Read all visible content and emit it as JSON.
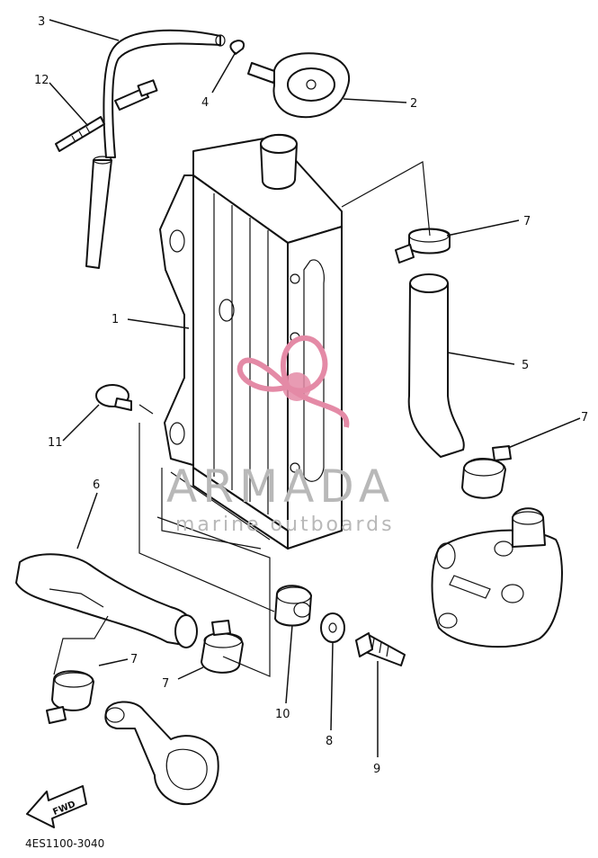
{
  "callouts": [
    {
      "id": "1",
      "label": "1"
    },
    {
      "id": "2",
      "label": "2"
    },
    {
      "id": "3",
      "label": "3"
    },
    {
      "id": "4",
      "label": "4"
    },
    {
      "id": "5",
      "label": "5"
    },
    {
      "id": "6",
      "label": "6"
    },
    {
      "id": "7",
      "label": "7"
    },
    {
      "id": "8",
      "label": "8"
    },
    {
      "id": "9",
      "label": "9"
    },
    {
      "id": "10",
      "label": "10"
    },
    {
      "id": "11",
      "label": "11"
    },
    {
      "id": "12",
      "label": "12"
    }
  ],
  "diagram_code": "4ES1100-3040",
  "fwd_label": "FWD",
  "watermark": {
    "brand": "ARMADA",
    "tagline": "marine outboards",
    "color": "#e48aa6"
  }
}
